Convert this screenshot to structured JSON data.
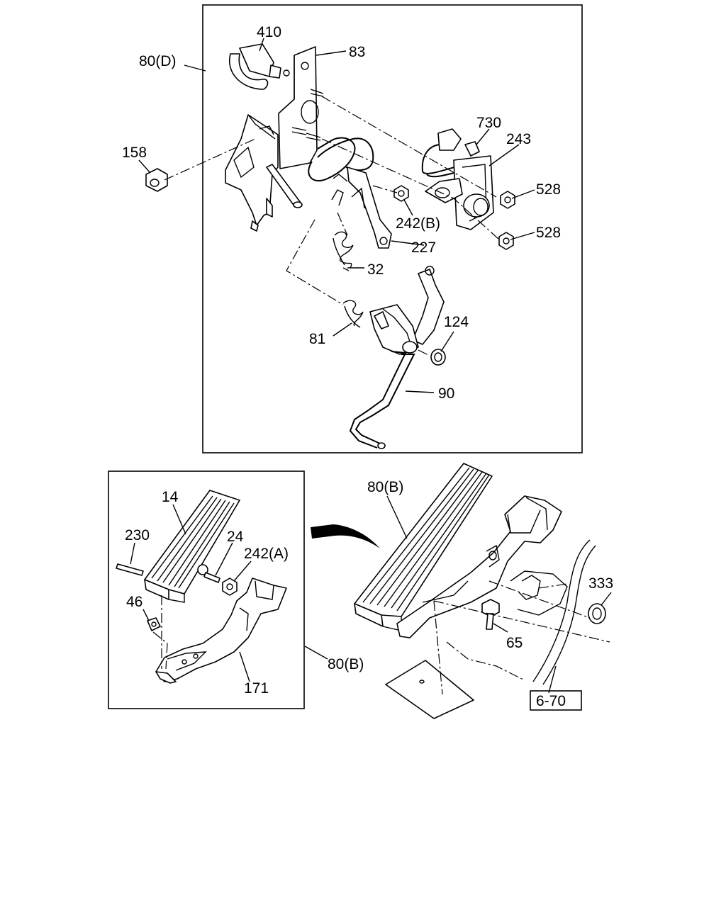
{
  "labels": {
    "l410": "410",
    "l83": "83",
    "l80d": "80(D)",
    "l730": "730",
    "l243": "243",
    "l158": "158",
    "l528a": "528",
    "l528b": "528",
    "l242b": "242(B)",
    "l227": "227",
    "l32": "32",
    "l124": "124",
    "l81": "81",
    "l90": "90",
    "l14": "14",
    "l230": "230",
    "l24": "24",
    "l242a": "242(A)",
    "l46": "46",
    "l80b_inset": "80(B)",
    "l171": "171",
    "l80b_main": "80(B)",
    "l333": "333",
    "l65": "65",
    "ref670": "6-70"
  }
}
